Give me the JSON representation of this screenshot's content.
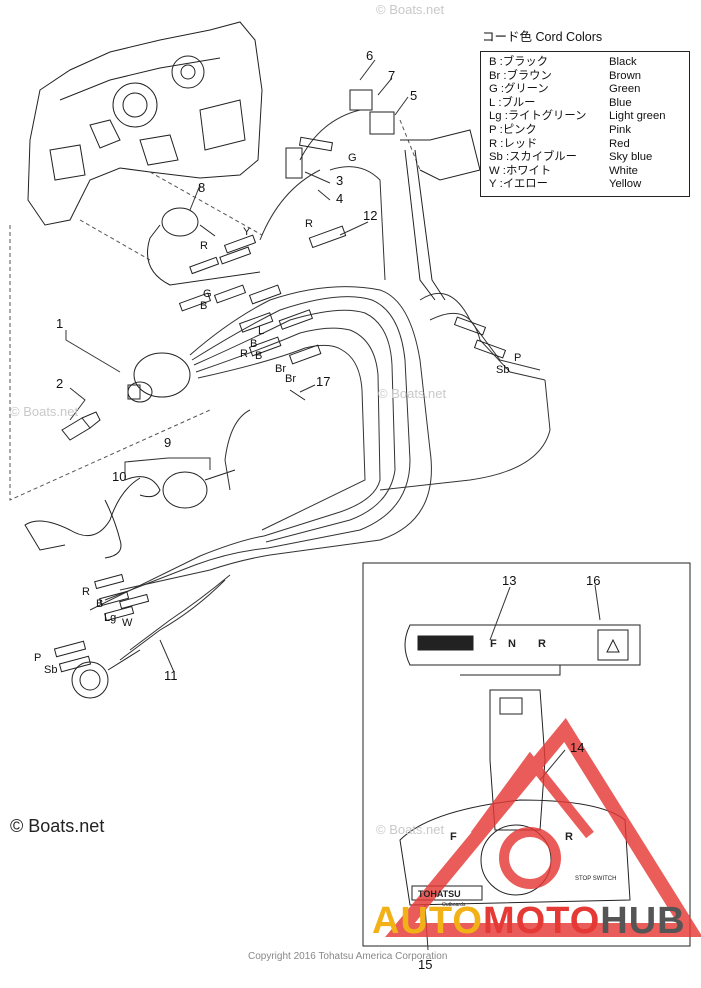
{
  "legend": {
    "title": "コード色 Cord Colors",
    "rows": [
      {
        "code": "B",
        "jp": "ブラック",
        "en": "Black"
      },
      {
        "code": "Br",
        "jp": "ブラウン",
        "en": "Brown"
      },
      {
        "code": "G",
        "jp": "グリーン",
        "en": "Green"
      },
      {
        "code": "L",
        "jp": "ブルー",
        "en": "Blue"
      },
      {
        "code": "Lg",
        "jp": "ライトグリーン",
        "en": "Light green"
      },
      {
        "code": "P",
        "jp": "ピンク",
        "en": "Pink"
      },
      {
        "code": "R",
        "jp": "レッド",
        "en": "Red"
      },
      {
        "code": "Sb",
        "jp": "スカイブルー",
        "en": "Sky blue"
      },
      {
        "code": "W",
        "jp": "ホワイト",
        "en": "White"
      },
      {
        "code": "Y",
        "jp": "イエロー",
        "en": "Yellow"
      }
    ]
  },
  "callouts": [
    "1",
    "2",
    "3",
    "4",
    "5",
    "6",
    "7",
    "8",
    "9",
    "10",
    "11",
    "12",
    "13",
    "14",
    "15",
    "16",
    "17"
  ],
  "wire_labels": {
    "g_top": "G",
    "r_top": "R",
    "r_mid": "R",
    "y_mid": "Y",
    "g_left": "G",
    "b_left": "B",
    "l_mid": "L",
    "r_mid2": "R",
    "b_mid": "B",
    "b_mid2": "B",
    "br_mid": "Br",
    "br_mid2": "Br",
    "p_right": "P",
    "sb_right": "Sb",
    "r_lower": "R",
    "b_lower": "B",
    "lg_lower": "Lg",
    "w_lower": "W",
    "p_lower": "P",
    "sb_lower": "Sb"
  },
  "label_text": {
    "indicator_f": "F",
    "indicator_n": "N",
    "indicator_r": "R",
    "lever_f": "F",
    "lever_r": "R",
    "stop_switch": "STOP SWITCH",
    "tohatsu": "TOHATSU",
    "outboards": "Outboards"
  },
  "watermark": "© Boats.net",
  "copyright_big": "© Boats.net",
  "copyright_bottom": "Copyright 2016 Tohatsu America Corporation",
  "brand": {
    "part1": "AUTO",
    "part2": "MOTO",
    "part3": "HUB"
  },
  "colors": {
    "brand_yellow": "#f2b117",
    "brand_red": "#e53935",
    "brand_gray": "#555555"
  }
}
